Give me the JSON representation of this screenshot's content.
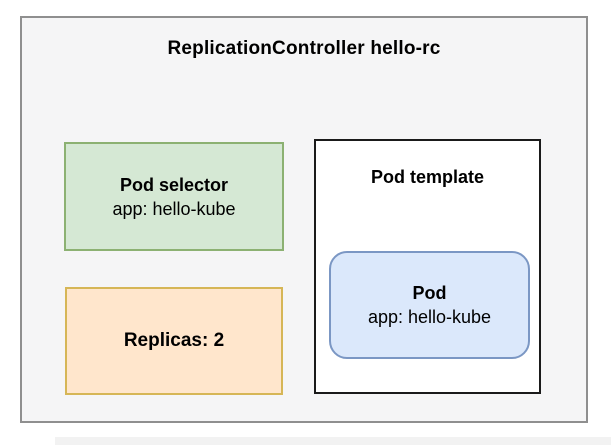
{
  "diagram": {
    "container": {
      "title": "ReplicationController hello-rc",
      "fill": "#f5f5f6",
      "border_color": "#8f8f8f"
    },
    "pod_selector": {
      "title": "Pod selector",
      "subtitle": "app: hello-kube",
      "fill": "#d5e8d4",
      "border_color": "#8cb172"
    },
    "replicas": {
      "label": "Replicas: 2",
      "fill": "#ffe6cc",
      "border_color": "#d6b656"
    },
    "pod_template": {
      "title": "Pod template",
      "fill": "#ffffff",
      "border_color": "#1a1a1a",
      "pod": {
        "title": "Pod",
        "subtitle": "app: hello-kube",
        "fill": "#dbe8fb",
        "border_color": "#7b97c4"
      }
    }
  }
}
